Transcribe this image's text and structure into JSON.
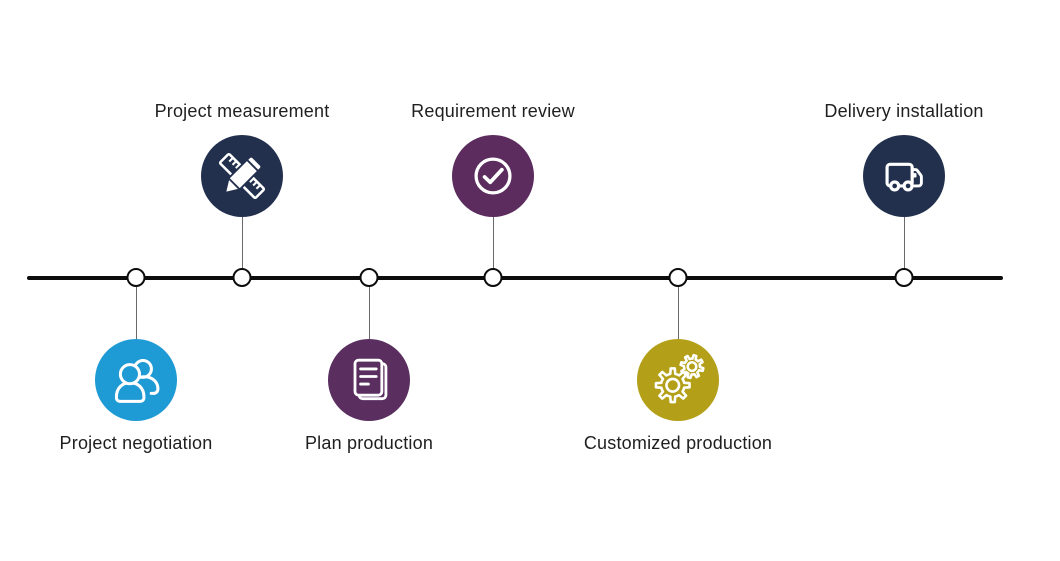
{
  "diagram": {
    "type": "process-timeline",
    "text_color": "#1f1f1f",
    "line_color": "#0d0d0d",
    "connector_color": "#6a6a6a",
    "node_fill": "#ffffff",
    "steps": [
      {
        "label": "Project negotiation",
        "icon": "people-icon",
        "color": "#1e9ad5",
        "side": "below"
      },
      {
        "label": "Project measurement",
        "icon": "ruler-pencil-icon",
        "color": "#22304e",
        "side": "above"
      },
      {
        "label": "Plan production",
        "icon": "document-icon",
        "color": "#5a2f60",
        "side": "below"
      },
      {
        "label": "Requirement review",
        "icon": "check-circle-icon",
        "color": "#5b2c5d",
        "side": "above"
      },
      {
        "label": "Customized production",
        "icon": "gears-icon",
        "color": "#b3a018",
        "side": "below"
      },
      {
        "label": "Delivery installation",
        "icon": "truck-icon",
        "color": "#22304e",
        "side": "above"
      }
    ]
  }
}
